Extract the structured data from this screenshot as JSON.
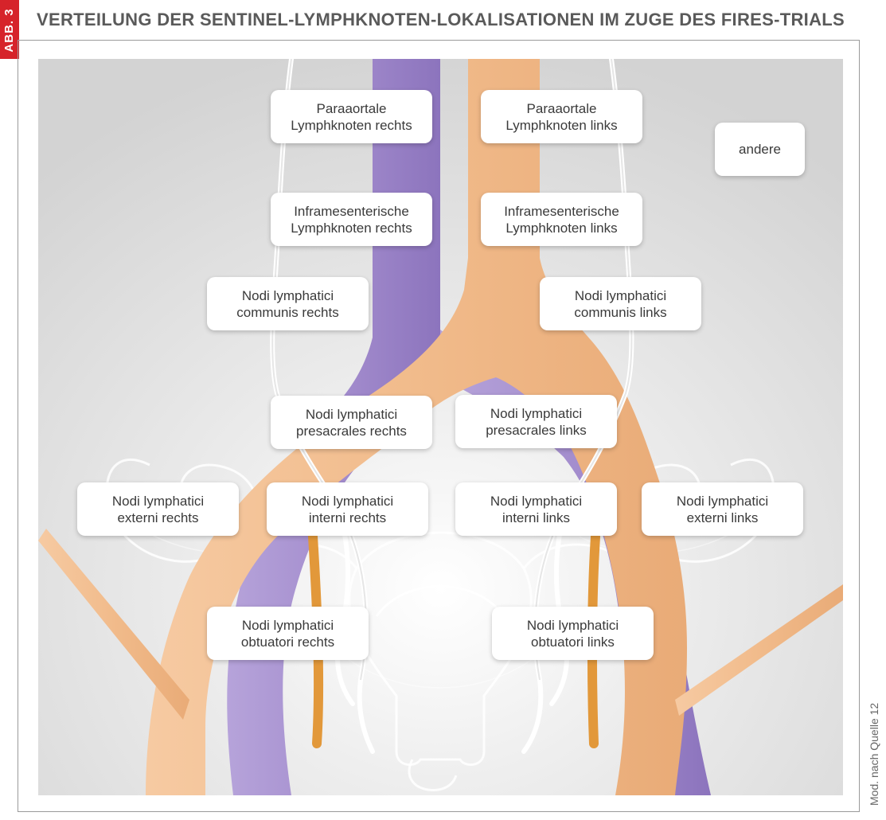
{
  "badge": "ABB. 3",
  "title": "VERTEILUNG DER SENTINEL-LYMPHKNOTEN-LOKALISATIONEN IM ZUGE DES FIRES-TRIALS",
  "credit": "Mod. nach Quelle 12",
  "colors": {
    "artery": "#f0bc8e",
    "vein": "#a48ecd",
    "lymph_vessel": "#ffffff",
    "background": "#dcdcdc",
    "badge": "#d6232a"
  },
  "labels": {
    "para_re": [
      "Paraaortale",
      "Lymphknoten rechts"
    ],
    "para_li": [
      "Paraaortale",
      "Lymphknoten links"
    ],
    "andere": [
      "andere"
    ],
    "infra_re": [
      "Inframesenterische",
      "Lymphknoten rechts"
    ],
    "infra_li": [
      "Inframesenterische",
      "Lymphknoten links"
    ],
    "comm_re": [
      "Nodi lymphatici",
      "communis rechts"
    ],
    "comm_li": [
      "Nodi lymphatici",
      "communis links"
    ],
    "pres_re": [
      "Nodi lymphatici",
      "presacrales rechts"
    ],
    "pres_li": [
      "Nodi lymphatici",
      "presacrales links"
    ],
    "ext_re": [
      "Nodi lymphatici",
      "externi rechts"
    ],
    "int_re": [
      "Nodi lymphatici",
      "interni rechts"
    ],
    "int_li": [
      "Nodi lymphatici",
      "interni links"
    ],
    "ext_li": [
      "Nodi lymphatici",
      "externi links"
    ],
    "obt_re": [
      "Nodi lymphatici",
      "obtuatori rechts"
    ],
    "obt_li": [
      "Nodi lymphatici",
      "obtuatori links"
    ]
  }
}
